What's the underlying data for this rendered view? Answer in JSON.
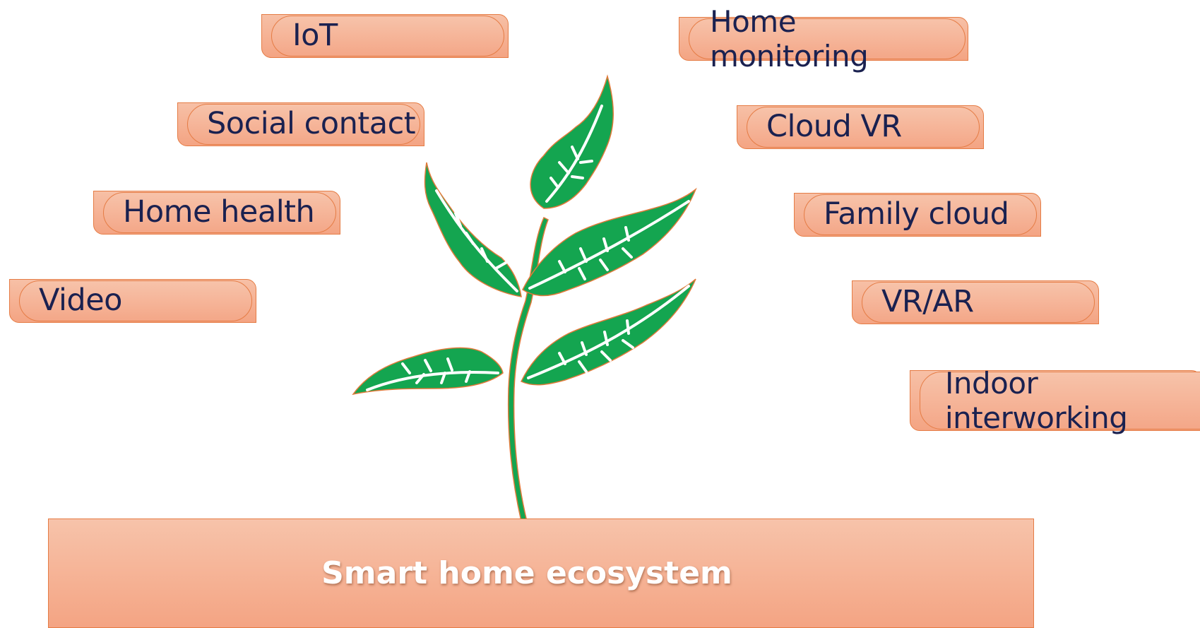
{
  "left_tags": [
    "IoT",
    "Social contact",
    "Home health",
    "Video"
  ],
  "right_tags": [
    "Home monitoring",
    "Cloud VR",
    "Family cloud",
    "VR/AR",
    "Indoor interworking"
  ],
  "base_label": "Smart home ecosystem",
  "colors": {
    "tag_fill": "#f5b293",
    "tag_border": "#e57c45",
    "text": "#1a2150",
    "leaf": "#14a550",
    "leaf_vein": "#ffffff"
  },
  "icons": [
    "plant-icon"
  ]
}
